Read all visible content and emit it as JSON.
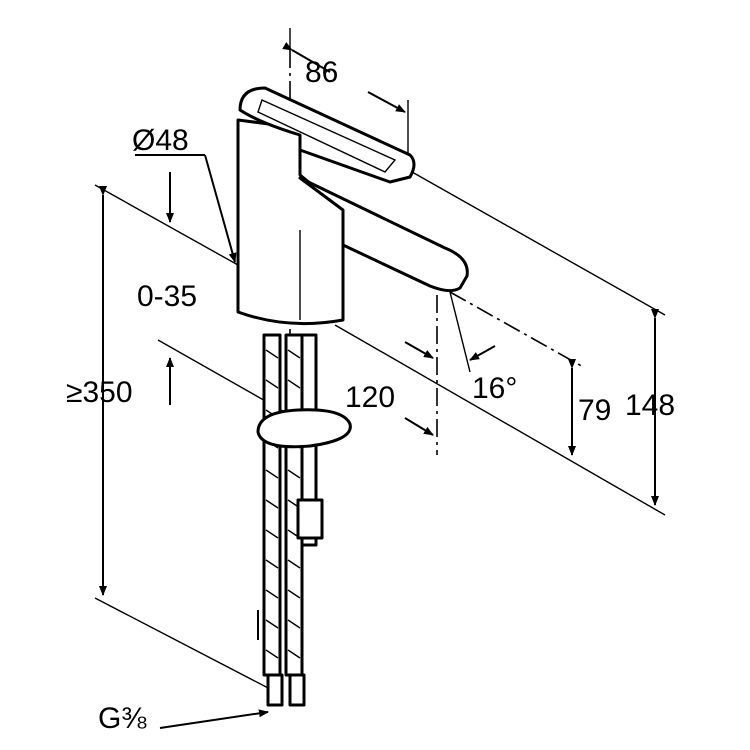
{
  "drawing": {
    "dimensions": {
      "handle_depth": "86",
      "diameter": "Ø48",
      "deck_thickness": "0-35",
      "hose_length": "≥350",
      "spout_reach": "120",
      "spout_angle": "16°",
      "spout_height": "79",
      "total_height": "148",
      "connection": "G⅜"
    }
  }
}
